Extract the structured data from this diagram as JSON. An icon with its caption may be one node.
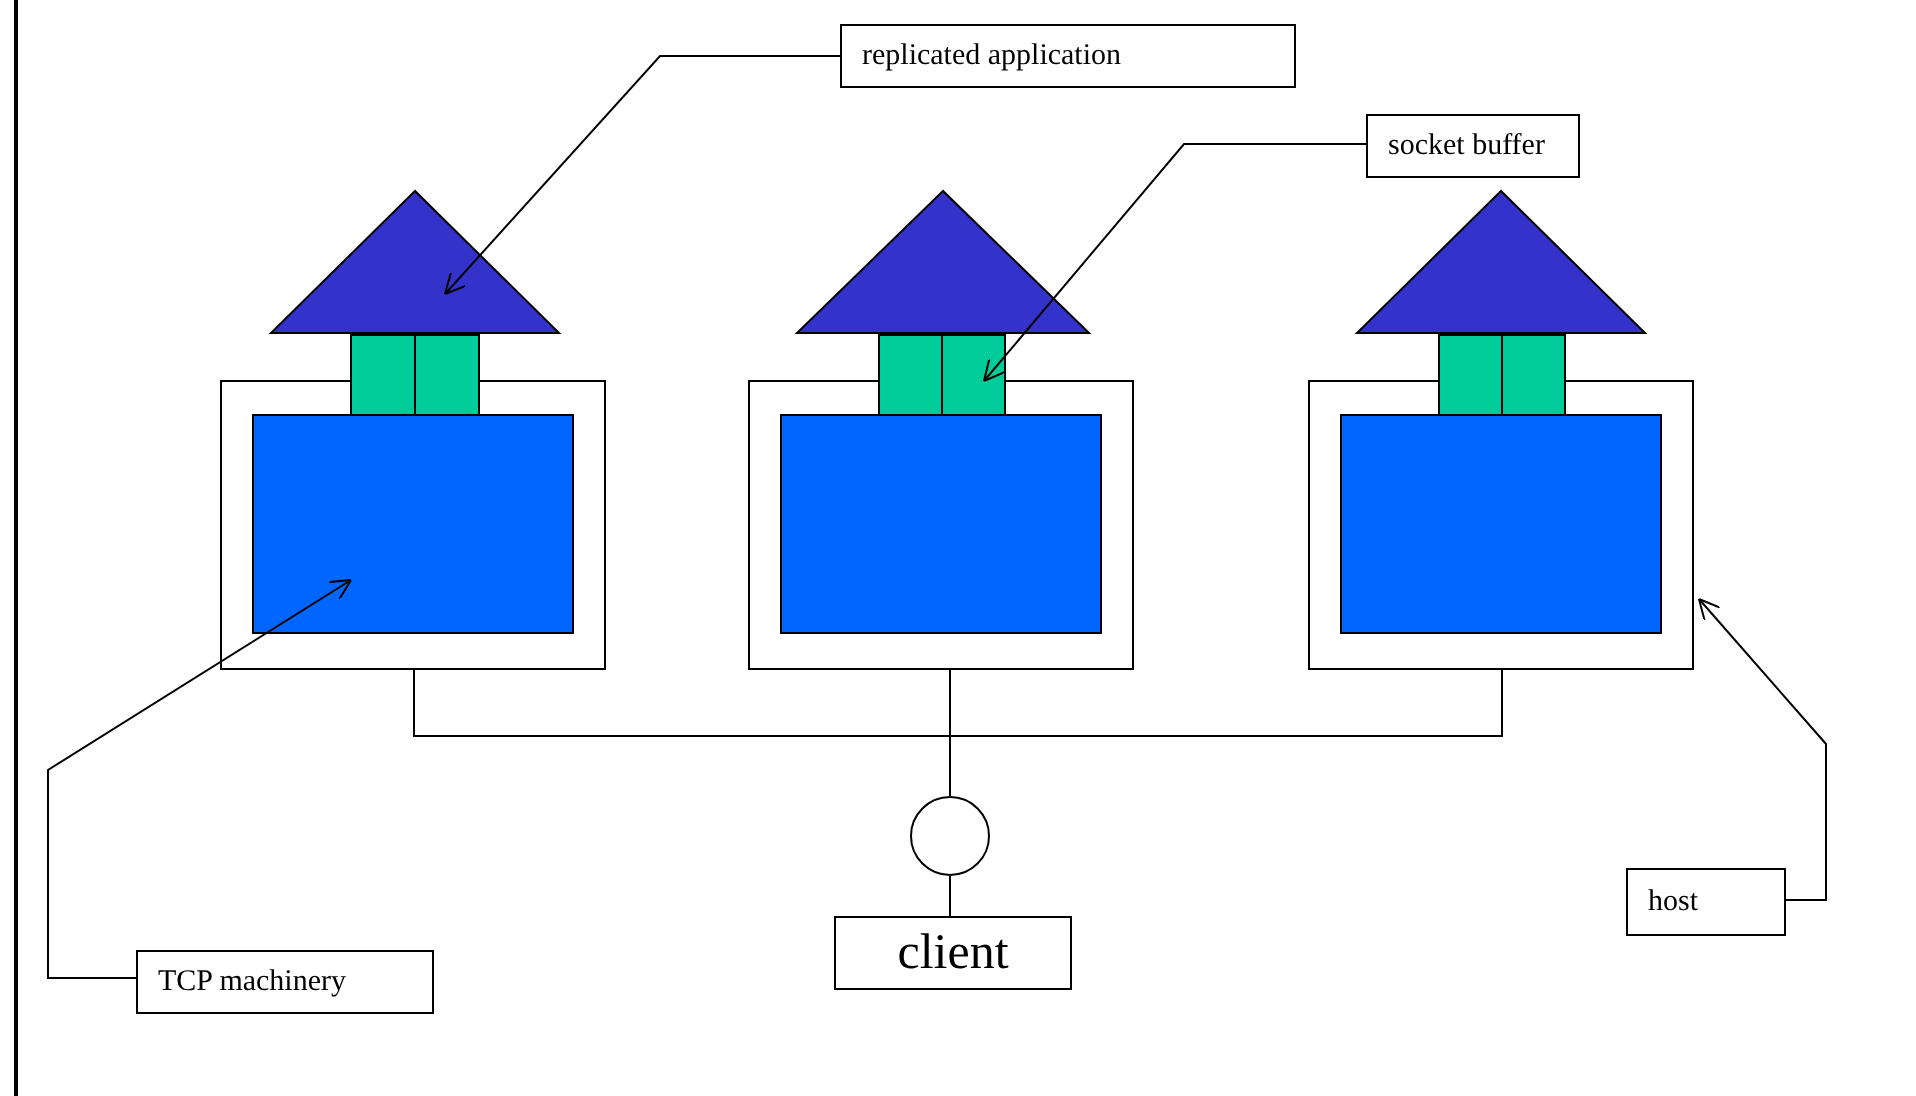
{
  "diagram": {
    "nodes": [
      {
        "text": [
          "replicated application"
        ]
      },
      {
        "text": [
          "socket buffer"
        ]
      },
      {
        "text": [],
        "shape": "triangle"
      },
      {
        "text": [],
        "shape": "triangle"
      },
      {
        "text": [],
        "shape": "triangle"
      },
      {
        "text": [],
        "shape": "box"
      },
      {
        "text": [],
        "shape": "box"
      },
      {
        "text": [],
        "shape": "box"
      },
      {
        "text": [],
        "shape": "box"
      },
      {
        "text": [],
        "shape": "box",
        "in": 8
      },
      {
        "text": [],
        "shape": "box"
      },
      {
        "text": [],
        "shape": "box",
        "in": 10
      },
      {
        "text": [],
        "shape": "box"
      },
      {
        "text": [],
        "shape": "box",
        "in": 12
      },
      {
        "text": [],
        "shape": "circle"
      },
      {
        "text": [
          "host"
        ]
      },
      {
        "text": [
          "TCP machinery"
        ]
      },
      {
        "text": [
          "client"
        ]
      }
    ],
    "edges": [
      {
        "from": 0,
        "to": 2,
        "arrow": "to"
      },
      {
        "from": 1,
        "to": 6,
        "arrow": "to"
      },
      {
        "from": 16,
        "to": 9,
        "arrow": "to"
      },
      {
        "from": 15,
        "to": 12,
        "arrow": "to"
      },
      {
        "from": 8,
        "to": 14,
        "arrow": "none"
      },
      {
        "from": 10,
        "to": 14,
        "arrow": "none"
      },
      {
        "from": 12,
        "to": 14,
        "arrow": "none"
      },
      {
        "from": 14,
        "to": 17,
        "arrow": "none"
      }
    ]
  }
}
